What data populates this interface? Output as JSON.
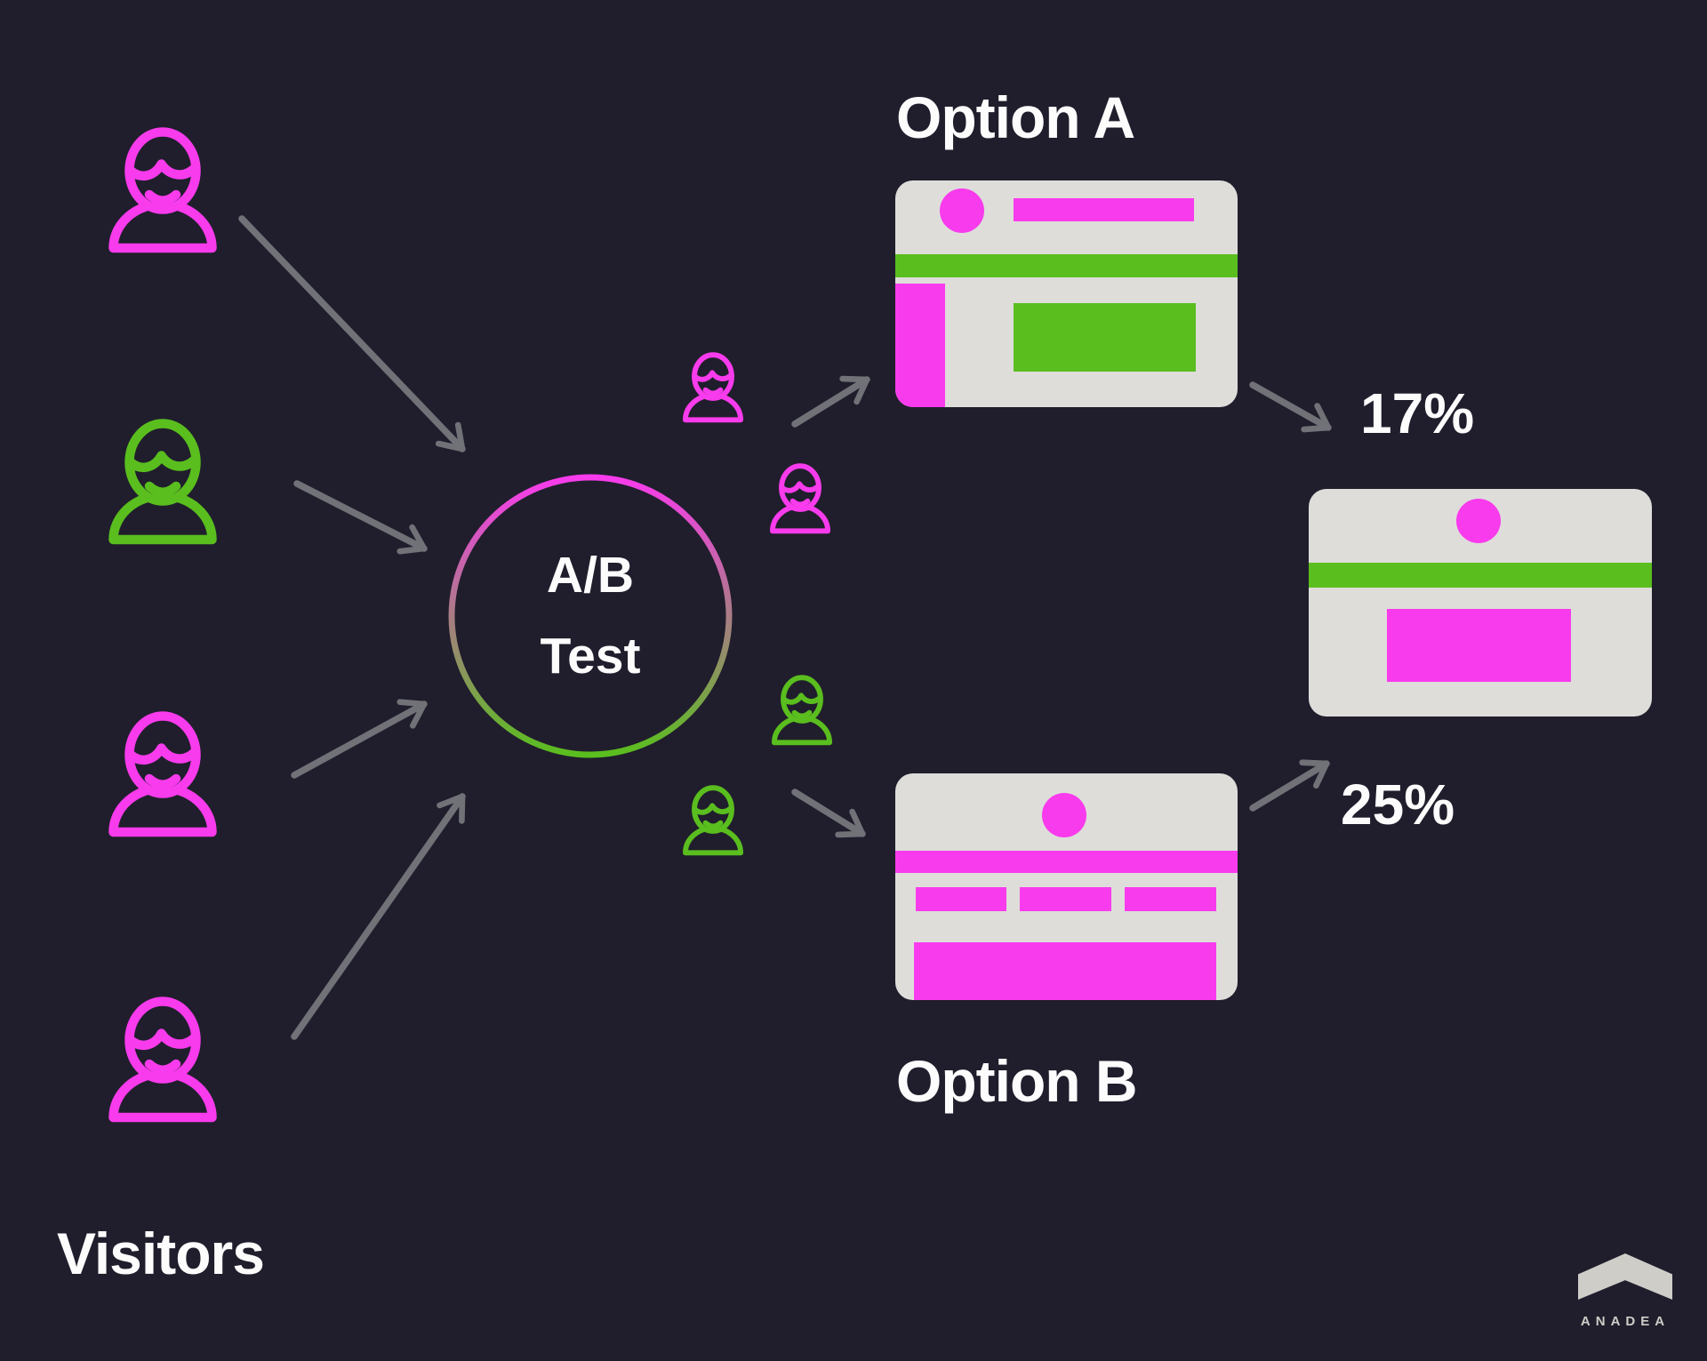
{
  "colors": {
    "background": "#201E2C",
    "magenta": "#F83BEC",
    "green": "#5ABE1E",
    "card": "#DEDDDA",
    "arrow": "#717178",
    "text": "#FCFCFC",
    "logo": "#CFCDC8"
  },
  "visitors": {
    "label": "Visitors",
    "icons": [
      {
        "name": "visitor-1",
        "color": "magenta"
      },
      {
        "name": "visitor-2",
        "color": "green"
      },
      {
        "name": "visitor-3",
        "color": "magenta"
      },
      {
        "name": "visitor-4",
        "color": "magenta"
      }
    ]
  },
  "ab_test": {
    "line1": "A/B",
    "line2": "Test"
  },
  "split_users": [
    {
      "name": "split-user-1",
      "color": "magenta",
      "group": "A"
    },
    {
      "name": "split-user-2",
      "color": "magenta",
      "group": "A"
    },
    {
      "name": "split-user-3",
      "color": "green",
      "group": "B"
    },
    {
      "name": "split-user-4",
      "color": "green",
      "group": "B"
    }
  ],
  "options": {
    "a": {
      "label": "Option A",
      "conversion": "17%"
    },
    "b": {
      "label": "Option B",
      "conversion": "25%"
    }
  },
  "brand": {
    "name": "ANADEA"
  },
  "icons": {
    "visitor": "person-icon",
    "brand_mark": "chevron-roof-icon",
    "flow": "arrow-icon"
  }
}
